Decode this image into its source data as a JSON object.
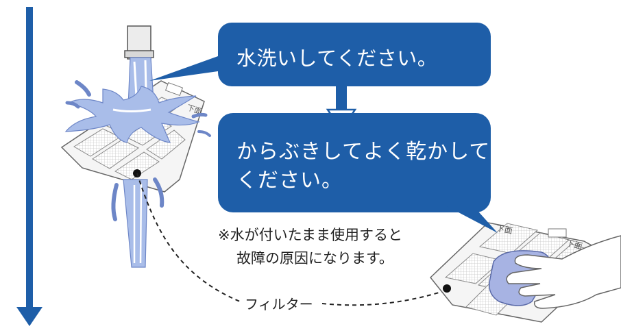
{
  "bubble_top": {
    "text": "水洗いしてください。"
  },
  "bubble_bottom": {
    "line1": "からぶきしてよく乾かして",
    "line2": "ください。"
  },
  "note": {
    "line1": "※水が付いたまま使用すると",
    "line2": "故障の原因になります。"
  },
  "filter_label": "フィルター",
  "filter_marks": {
    "left": "下面",
    "right_top": "下面",
    "right_side": "下面"
  },
  "colors": {
    "accent": "#1e5ea8",
    "water": "#9fb6e6",
    "mesh": "#d9d9d9",
    "sponge": "#a7b3e3"
  },
  "icons": {
    "flow_arrow": "down-arrow-icon",
    "step_arrow": "step-down-arrow-icon",
    "faucet": "faucet-icon",
    "hand": "hand-icon",
    "sponge": "sponge-icon",
    "water": "water-splash-icon"
  }
}
